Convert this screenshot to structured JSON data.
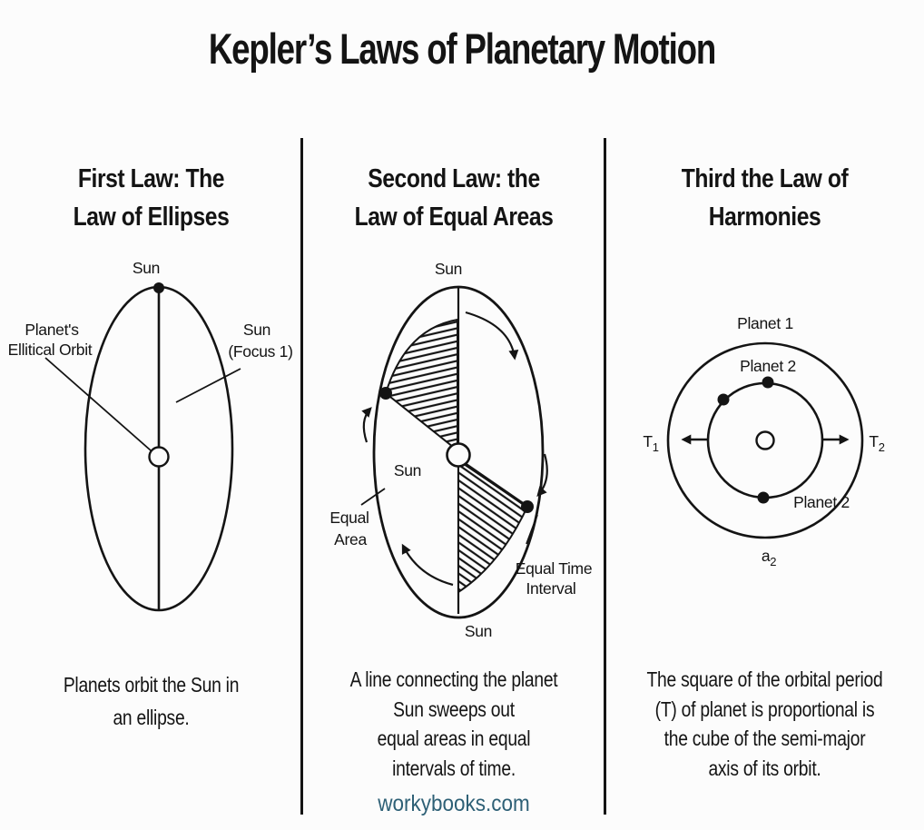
{
  "title": "Kepler’s Laws of Planetary Motion",
  "colors": {
    "ink": "#141414",
    "background": "#fcfcfc"
  },
  "footer": {
    "text": "workybooks.com",
    "color": "#2e6076"
  },
  "panels": [
    {
      "id": "first-law",
      "heading": {
        "line1": "First Law: The",
        "line2": "Law of Ellipses"
      },
      "diagram": {
        "sun_top": "Sun",
        "orbit_label": {
          "line1": "Planet's",
          "line2": "Ellitical Orbit"
        },
        "focus_label": {
          "line1": "Sun",
          "line2": "(Focus 1)"
        }
      },
      "caption": {
        "line1": "Planets orbit the Sun in",
        "line2": "an ellipse."
      }
    },
    {
      "id": "second-law",
      "heading": {
        "line1": "Second Law: the",
        "line2": "Law of Equal Areas"
      },
      "diagram": {
        "sun_top": "Sun",
        "sun_center": "Sun",
        "sun_bottom": "Sun",
        "equal_area": {
          "line1": "Equal",
          "line2": "Area"
        },
        "equal_time": {
          "line1": "Equal Time",
          "line2": "Interval"
        }
      },
      "caption": {
        "line1": "A line connecting the planet",
        "line2": "Sun sweeps out",
        "line3": "equal areas in equal",
        "line4": "intervals of time."
      }
    },
    {
      "id": "third-law",
      "heading": {
        "line1": "Third the Law of",
        "line2": "Harmonies"
      },
      "diagram": {
        "planet1": "Planet 1",
        "planet2_top": "Planet 2",
        "planet2_bottom": "Planet 2",
        "t1": {
          "base": "T",
          "sub": "1"
        },
        "t2": {
          "base": "T",
          "sub": "2"
        },
        "a2": {
          "base": "a",
          "sub": "2"
        }
      },
      "caption": {
        "line1": "The square of the orbital period",
        "line2": "(T) of planet is proportional is",
        "line3": "the cube of the semi-major",
        "line4": "axis of its orbit."
      }
    }
  ]
}
